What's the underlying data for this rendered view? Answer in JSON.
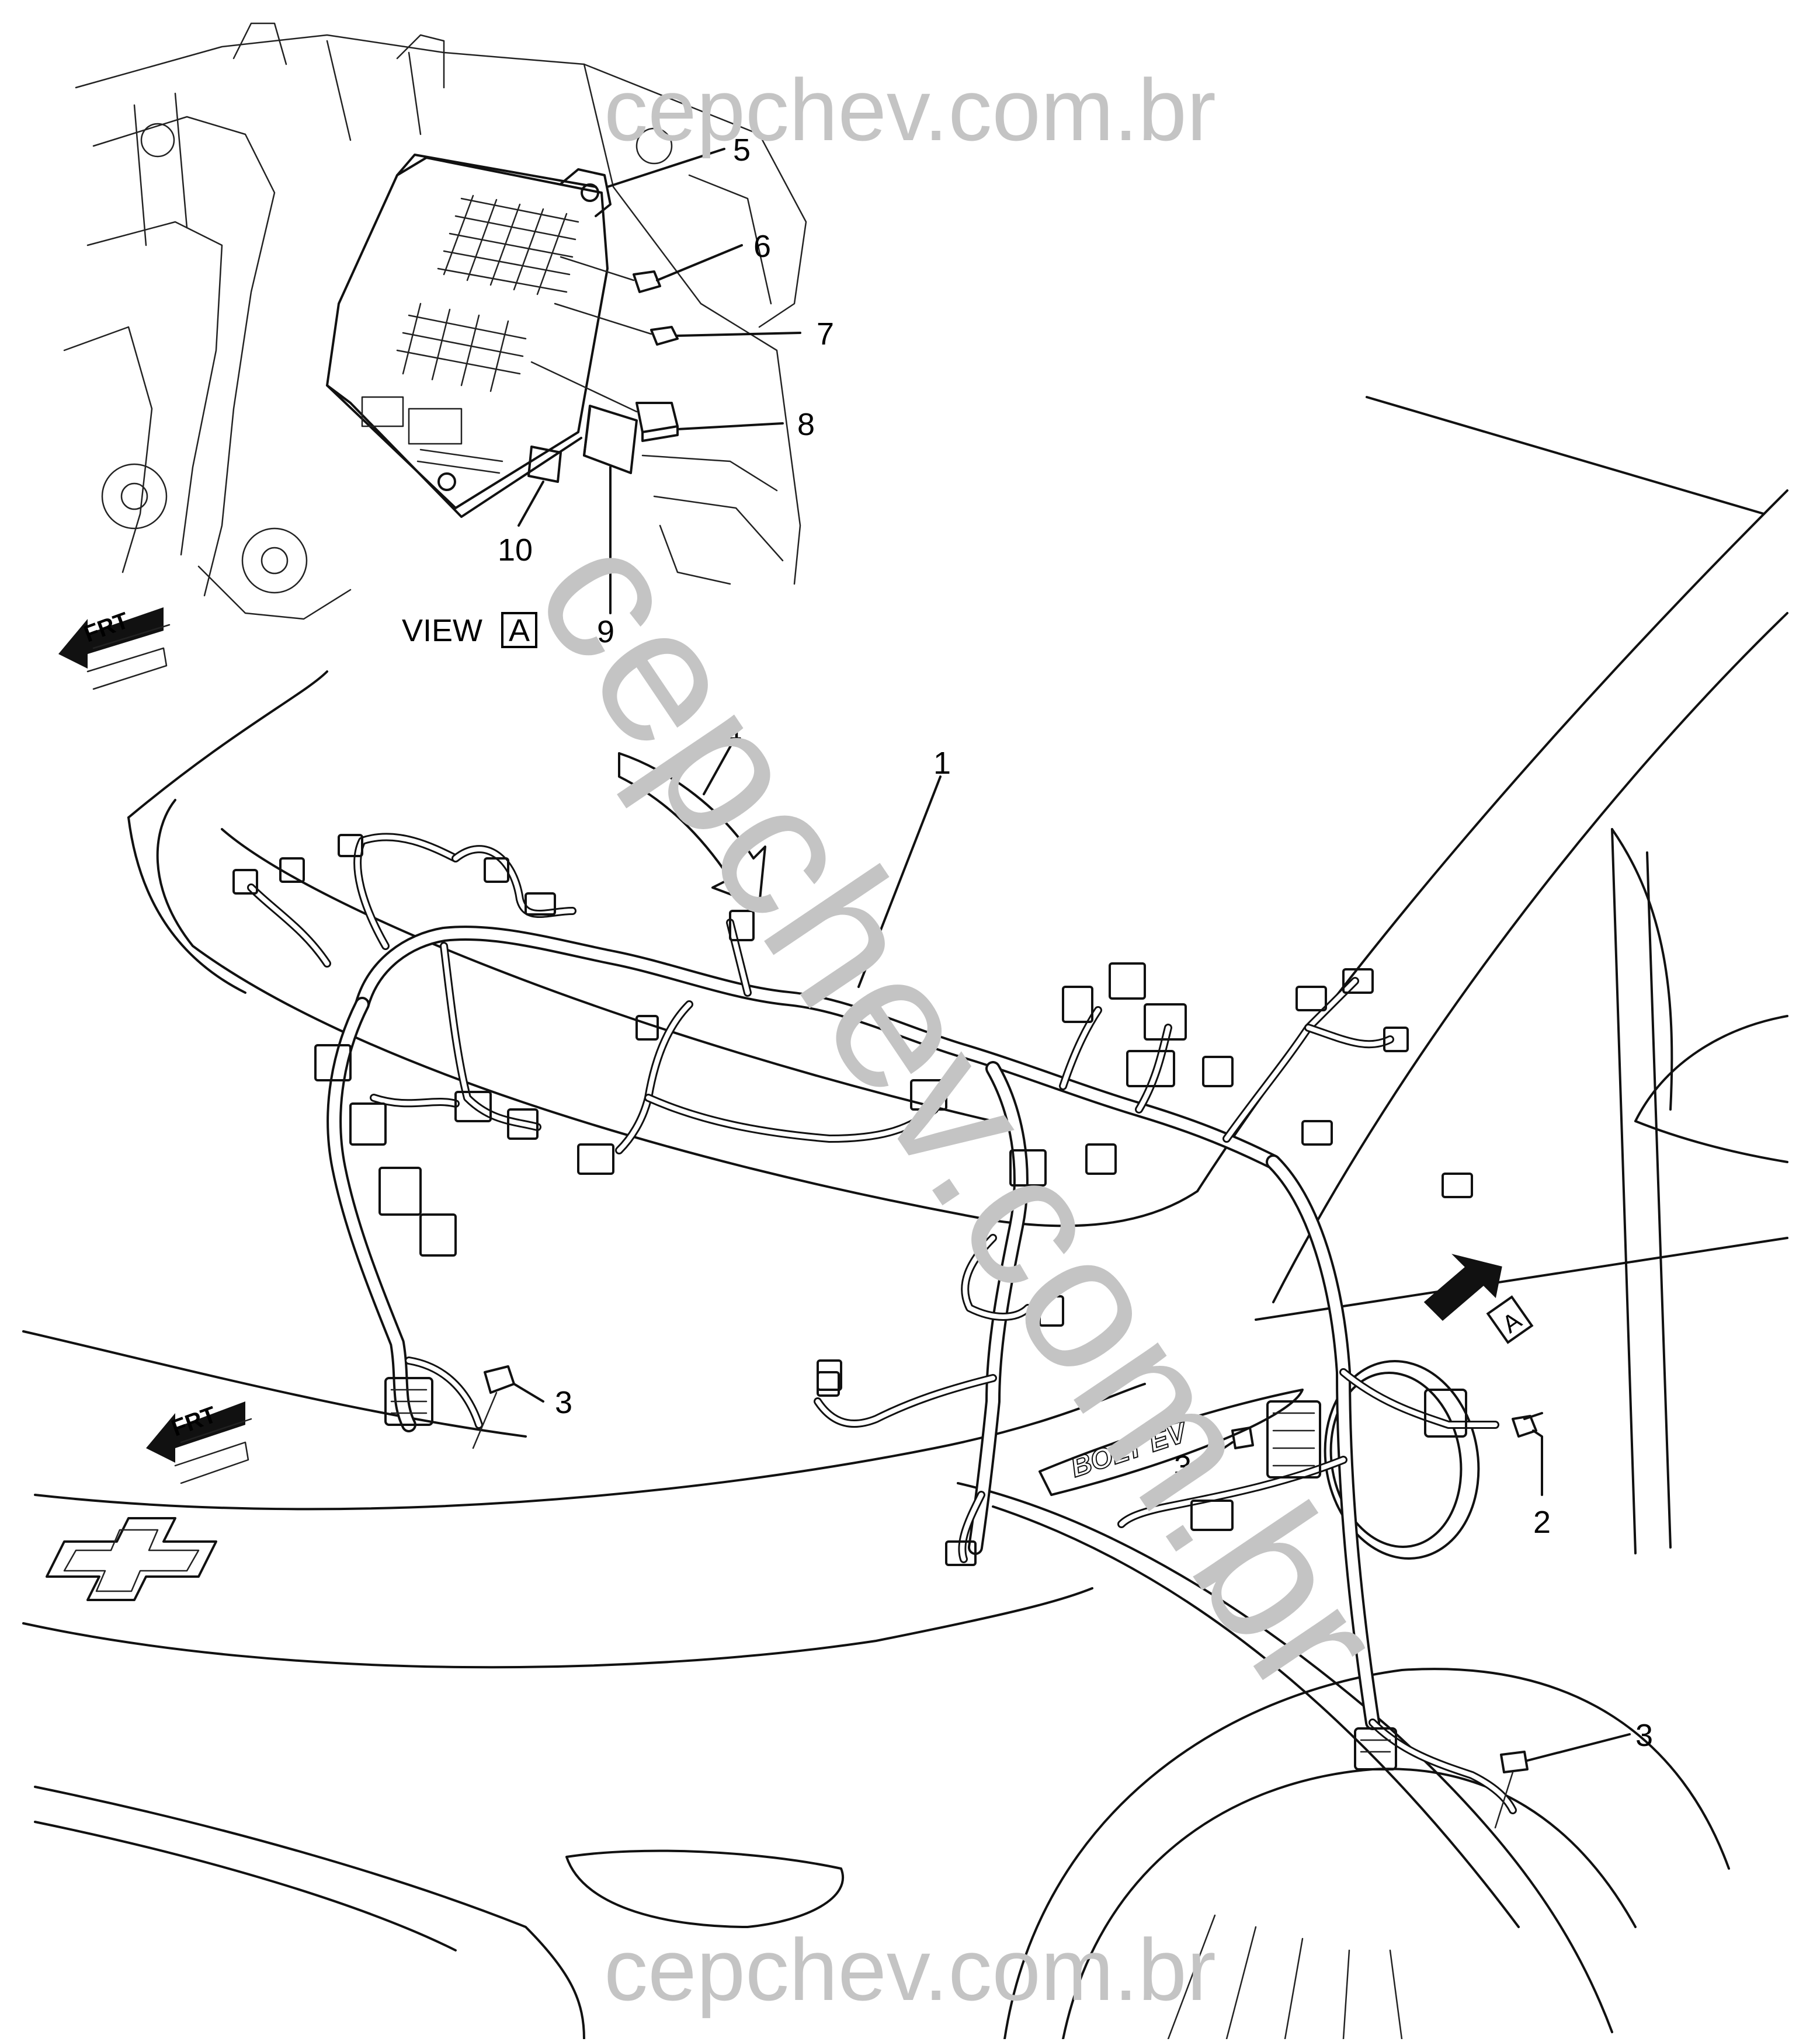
{
  "watermark": {
    "top": "cepchev.com.br",
    "bottom": "cepchev.com.br",
    "diagonal": "cepchev.com.br"
  },
  "view_label": {
    "text": "VIEW",
    "box": "A"
  },
  "arrow_label": {
    "box": "A"
  },
  "frt_labels": [
    "FRT",
    "FRT"
  ],
  "badge_text": "BOLT EV",
  "callouts": [
    {
      "id": "c1",
      "label": "1"
    },
    {
      "id": "c2",
      "label": "2"
    },
    {
      "id": "c3a",
      "label": "3"
    },
    {
      "id": "c3b",
      "label": "3"
    },
    {
      "id": "c3c",
      "label": "3"
    },
    {
      "id": "c4",
      "label": "4"
    },
    {
      "id": "c5",
      "label": "5"
    },
    {
      "id": "c6",
      "label": "6"
    },
    {
      "id": "c7",
      "label": "7"
    },
    {
      "id": "c8",
      "label": "8"
    },
    {
      "id": "c9",
      "label": "9"
    },
    {
      "id": "c10",
      "label": "10"
    }
  ],
  "colors": {
    "line": "#111111",
    "watermark": "#c4c4c4",
    "background": "#ffffff"
  }
}
